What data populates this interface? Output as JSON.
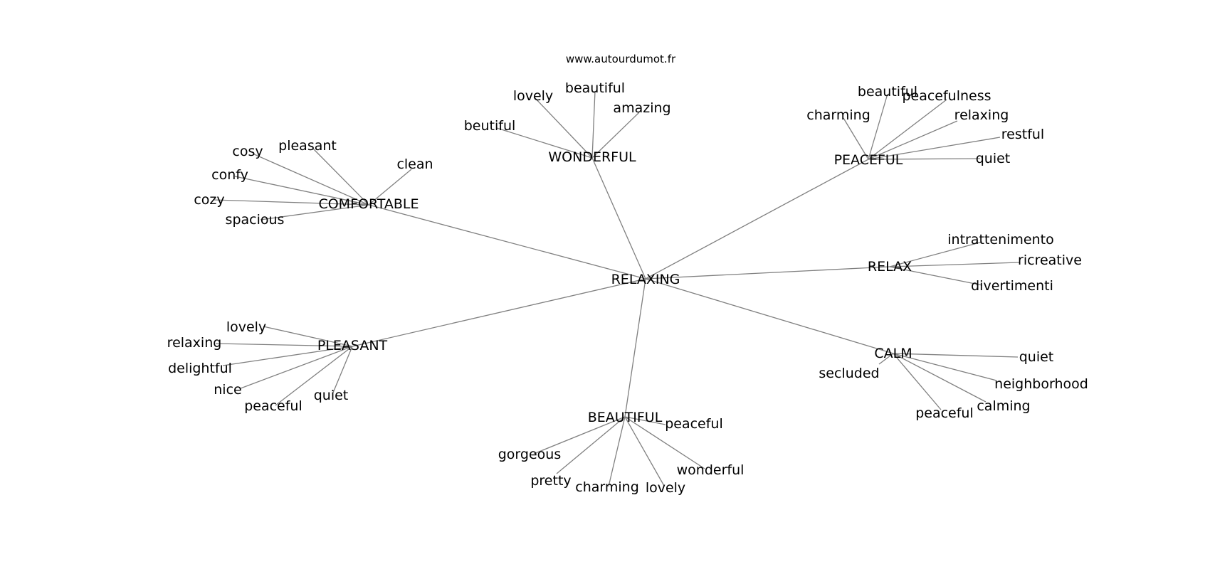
{
  "watermark": "www.autourdumot.fr",
  "center": {
    "label": "RELAXING"
  },
  "colors": {
    "edge": "#808080",
    "text": "#000000",
    "background": "#ffffff"
  },
  "groups": [
    {
      "id": "comfortable",
      "label": "COMFORTABLE",
      "words": [
        "cosy",
        "pleasant",
        "clean",
        "confy",
        "cozy",
        "spacious"
      ]
    },
    {
      "id": "wonderful",
      "label": "WONDERFUL",
      "words": [
        "lovely",
        "beautiful",
        "amazing",
        "beutiful"
      ]
    },
    {
      "id": "peaceful",
      "label": "PEACEFUL",
      "words": [
        "beautiful",
        "peacefulness",
        "charming",
        "relaxing",
        "restful",
        "quiet"
      ]
    },
    {
      "id": "relax",
      "label": "RELAX",
      "words": [
        "intrattenimento",
        "ricreative",
        "divertimenti"
      ]
    },
    {
      "id": "calm",
      "label": "CALM",
      "words": [
        "quiet",
        "secluded",
        "neighborhood",
        "calming",
        "peaceful"
      ]
    },
    {
      "id": "beautiful",
      "label": "BEAUTIFUL",
      "words": [
        "peaceful",
        "gorgeous",
        "wonderful",
        "pretty",
        "charming",
        "lovely"
      ]
    },
    {
      "id": "pleasant",
      "label": "PLEASANT",
      "words": [
        "lovely",
        "relaxing",
        "delightful",
        "nice",
        "peaceful",
        "quiet"
      ]
    }
  ]
}
